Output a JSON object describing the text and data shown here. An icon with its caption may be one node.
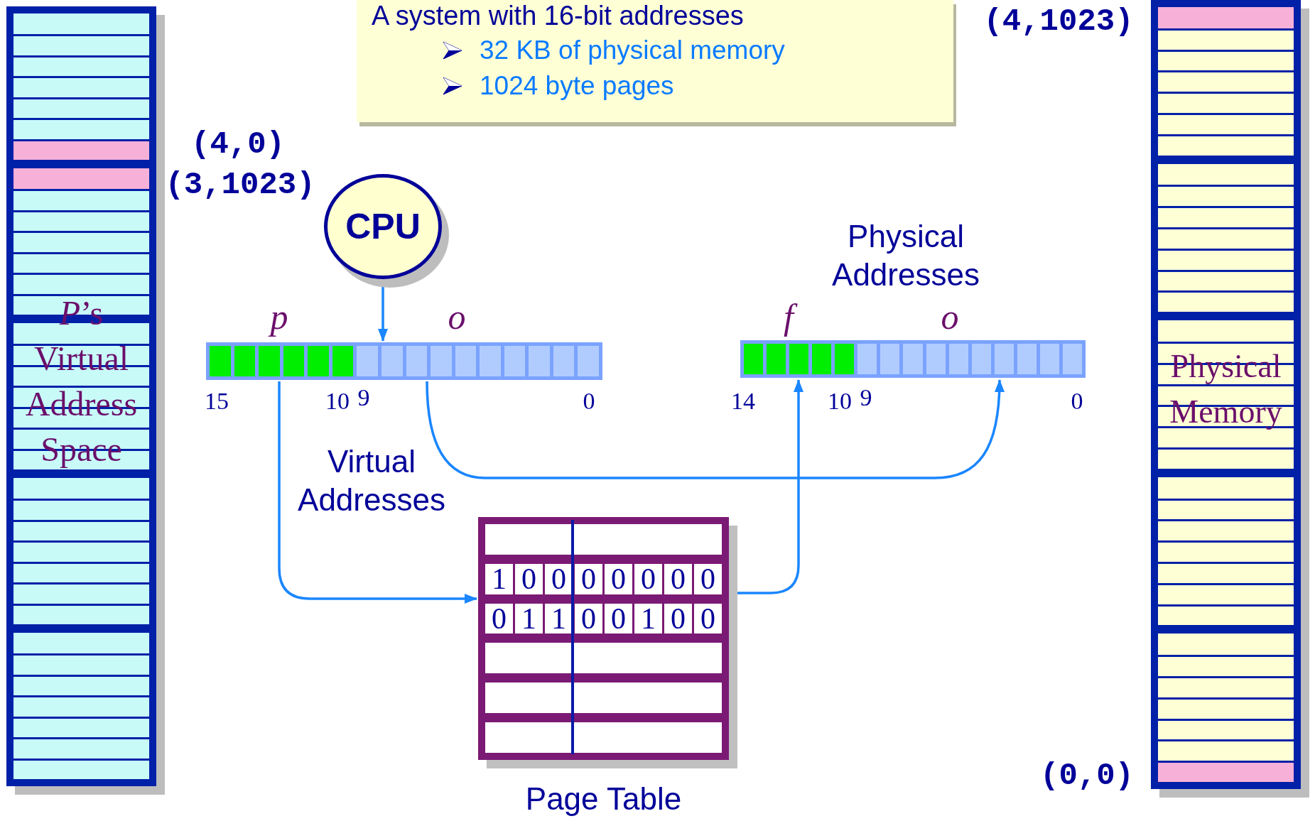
{
  "diagram": {
    "nodes": [
      {
        "text": [
          "A system with 16-bit addresses",
          "32 KB of physical memory",
          "1024 byte pages"
        ]
      },
      {
        "text": [
          "*P*’s Virtual Address Space"
        ]
      },
      {
        "text": [
          "CPU"
        ]
      },
      {
        "text": [],
        "shape": "bar"
      },
      {
        "text": [],
        "shape": "bar"
      },
      {
        "text": [
          "Page Table"
        ]
      },
      {
        "text": [
          "Physical Memory"
        ]
      }
    ],
    "edges": [
      {
        "from": 2,
        "to": 3,
        "arrow": "to"
      },
      {
        "from": 3,
        "to": 5,
        "arrow": "to"
      },
      {
        "from": 5,
        "to": 4,
        "arrow": "to"
      },
      {
        "from": 3,
        "to": 4,
        "arrow": "to"
      }
    ],
    "labels": [
      "(4,1023)",
      "(4,0)",
      "(3,1023)",
      "Physical Addresses",
      "p",
      "o",
      "f",
      "o",
      "15",
      "10",
      "9",
      "0",
      "14",
      "10",
      "9",
      "0",
      "Virtual Addresses",
      "1",
      "0",
      "0",
      "0",
      "0",
      "0",
      "0",
      "0",
      "0",
      "1",
      "1",
      "0",
      "0",
      "1",
      "0",
      "0",
      "(0,0)"
    ]
  }
}
